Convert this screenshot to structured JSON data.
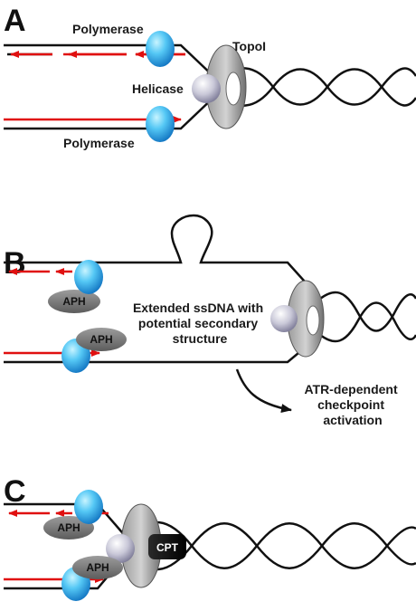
{
  "colors": {
    "strand": "#111111",
    "nascent": "#e01010",
    "polymerase_light": "#8fe3ff",
    "polymerase_dark": "#1a8fd6",
    "helicase_light": "#e6e6ef",
    "helicase_dark": "#8c8aa6",
    "topo_light": "#b8b8b8",
    "topo_dark": "#6a6a6a",
    "aph": "#7a7a7a",
    "cpt": "#111111"
  },
  "panels": {
    "A": {
      "letter": "A",
      "labels": {
        "polymerase_top": "Polymerase",
        "polymerase_bottom": "Polymerase",
        "helicase": "Helicase",
        "topo": "TopoI"
      }
    },
    "B": {
      "letter": "B",
      "aph_top": "APH",
      "aph_bottom": "APH",
      "ssdna_lines": [
        "Extended ssDNA with",
        "potential secondary",
        "structure"
      ],
      "atr_lines": [
        "ATR-dependent",
        "checkpoint",
        "activation"
      ]
    },
    "C": {
      "letter": "C",
      "aph_top": "APH",
      "aph_bottom": "APH",
      "cpt": "CPT"
    }
  }
}
